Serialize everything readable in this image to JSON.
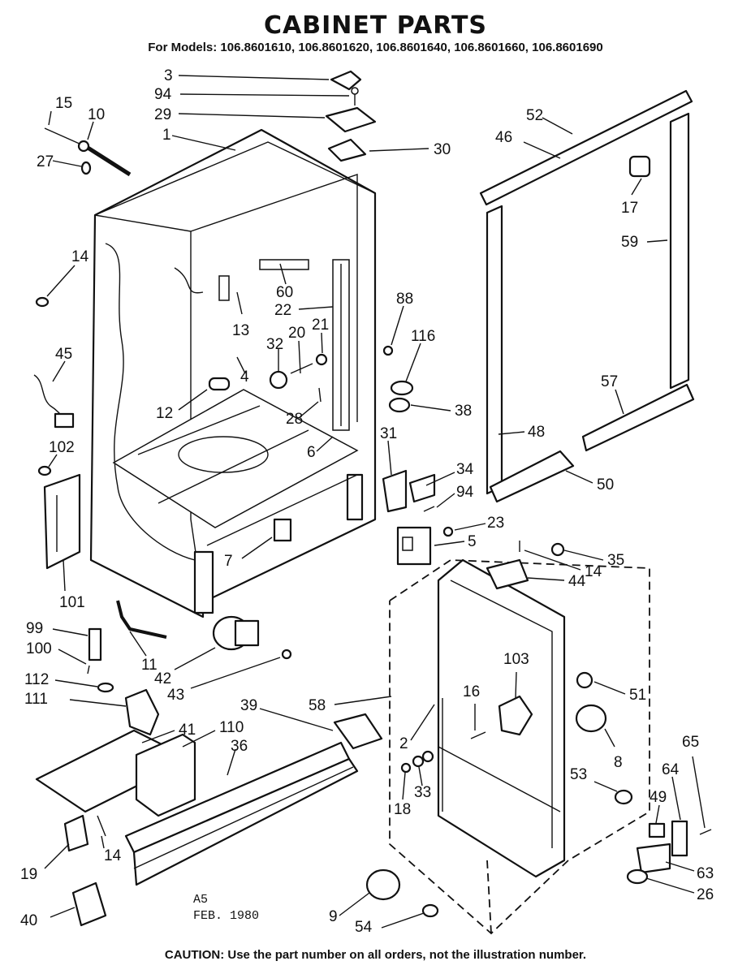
{
  "title": "CABINET PARTS",
  "subtitle": "For Models: 106.8601610, 106.8601620, 106.8601640, 106.8601660, 106.8601690",
  "stamp_line1": "A5",
  "stamp_line2": "FEB. 1980",
  "caution": "CAUTION: Use the part number on all orders, not the illustration number.",
  "callouts": [
    "3",
    "94",
    "29",
    "1",
    "30",
    "15",
    "10",
    "27",
    "14",
    "45",
    "102",
    "101",
    "60",
    "22",
    "13",
    "20",
    "21",
    "32",
    "4",
    "12",
    "28",
    "6",
    "7",
    "88",
    "116",
    "38",
    "31",
    "34",
    "94",
    "23",
    "5",
    "52",
    "46",
    "17",
    "59",
    "57",
    "48",
    "50",
    "35",
    "14",
    "44",
    "99",
    "100",
    "11",
    "42",
    "43",
    "112",
    "111",
    "41",
    "110",
    "36",
    "39",
    "58",
    "103",
    "16",
    "51",
    "2",
    "8",
    "33",
    "18",
    "53",
    "65",
    "64",
    "49",
    "63",
    "26",
    "19",
    "14",
    "40",
    "9",
    "54"
  ]
}
